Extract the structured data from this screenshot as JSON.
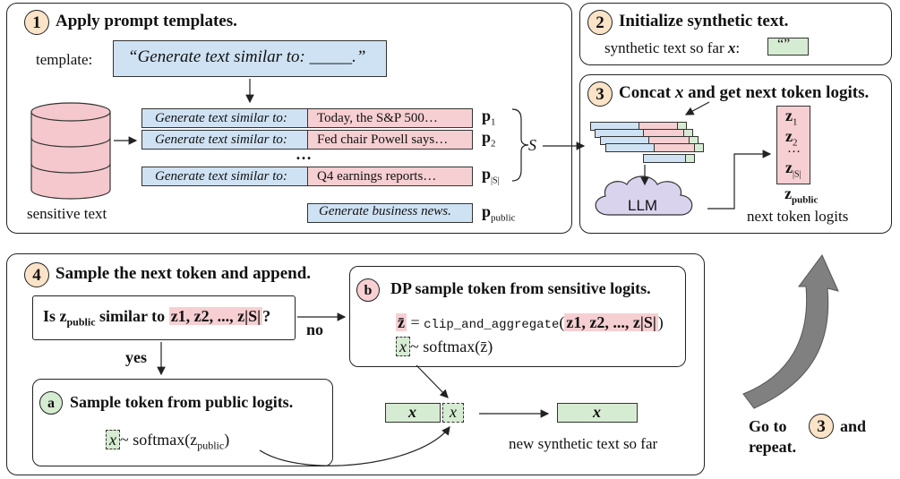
{
  "panel1": {
    "number": "1",
    "heading": "Apply prompt templates.",
    "template_label": "template:",
    "template_text": "“Generate text similar to: _____.”",
    "db_label": "sensitive text",
    "rows": [
      {
        "prefix": "Generate text similar to:",
        "text": "Today, the S&P 500…",
        "p": "p",
        "sub": "1"
      },
      {
        "prefix": "Generate text similar to:",
        "text": "Fed chair Powell says…",
        "p": "p",
        "sub": "2"
      },
      {
        "prefix": "Generate text similar to:",
        "text": "Q4 earnings reports…",
        "p": "p",
        "sub": "|S|"
      }
    ],
    "dots": "…",
    "set_label": "S",
    "public_prompt": "Generate business news.",
    "public_p": "p",
    "public_sub": "public"
  },
  "panel2": {
    "number": "2",
    "heading": "Initialize synthetic text.",
    "label": "synthetic text so far",
    "var": "x",
    "colon": ":",
    "initial": "“”"
  },
  "panel3": {
    "number": "3",
    "heading_pre": "Concat",
    "heading_var": "x",
    "heading_post": "and get next token logits.",
    "llm": "LLM",
    "z": "z",
    "z_subs": [
      "1",
      "2",
      "|S|"
    ],
    "z_dots": "…",
    "z_public_sub": "public",
    "logits_label": "next token logits"
  },
  "panel4": {
    "number": "4",
    "heading": "Sample the next token and append.",
    "question_pre": "Is z",
    "question_sub": "public",
    "question_mid": "similar to",
    "question_list": "z1, z2, ..., z|S|",
    "question_end": "?",
    "no": "no",
    "yes": "yes",
    "a_letter": "a",
    "a_heading": "Sample token from public logits.",
    "a_formula_tilde": "~ softmax(z",
    "a_formula_sub": "public",
    "a_formula_end": ")",
    "b_letter": "b",
    "b_heading": "DP sample token from sensitive logits.",
    "b_zbar": "z̄",
    "b_eq": "=",
    "b_func": "clip_and_aggregate",
    "b_args": "z1, z2, ..., z|S|",
    "b_formula2": "~ softmax(z̄)",
    "x": "x",
    "new_label": "new synthetic text so far"
  },
  "loop": {
    "goto_pre": "Go to",
    "goto_num": "3",
    "goto_post": "and",
    "repeat": "repeat."
  }
}
